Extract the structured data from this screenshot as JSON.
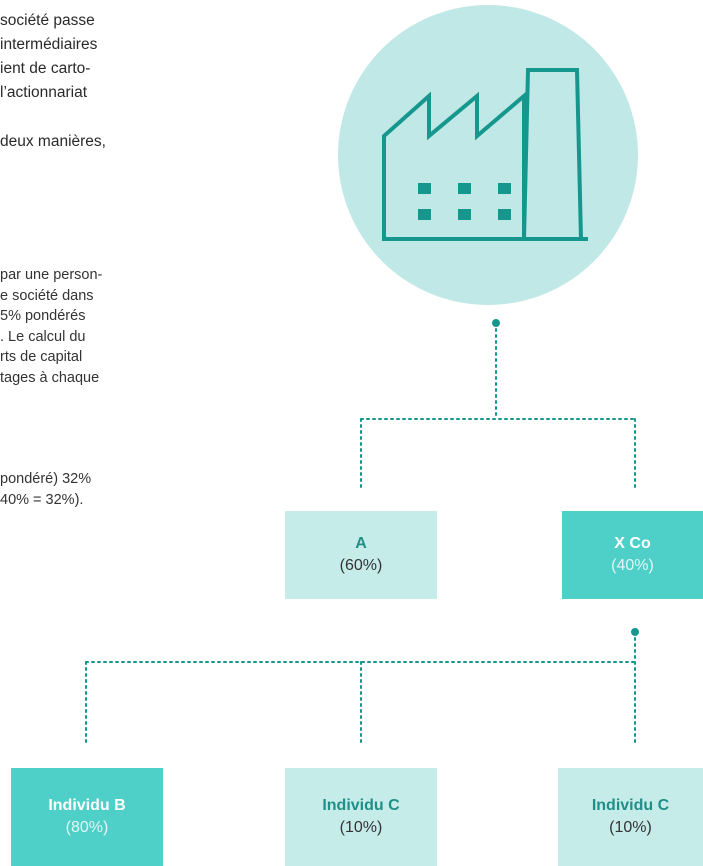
{
  "text": {
    "para1": [
      "société passe",
      "intermédiaires",
      "ient de carto-",
      "l’actionnariat"
    ],
    "para2": [
      "deux manières,"
    ],
    "para3": [
      "par une person-",
      "e société dans",
      "5% pondérés",
      ". Le calcul du",
      "rts de capital",
      "tages à chaque"
    ],
    "para4": [
      "pondéré) 32%",
      "40% = 32%)."
    ]
  },
  "diagram": {
    "top_icon": "factory-icon",
    "colors": {
      "circle": "#bfe8e6",
      "factory_stroke": "#15978e",
      "connector": "#15978e",
      "light_box": "#c6ecea",
      "dark_box": "#4ecfc8"
    },
    "level1": [
      {
        "name": "A",
        "pct": "(60%)",
        "share": 60,
        "style": "light"
      },
      {
        "name": "X Co",
        "pct": "(40%)",
        "share": 40,
        "style": "dark"
      }
    ],
    "level2": [
      {
        "name": "Individu B",
        "pct": "(80%)",
        "share": 80,
        "style": "dark"
      },
      {
        "name": "Individu C",
        "pct": "(10%)",
        "share": 10,
        "style": "light"
      },
      {
        "name": "Individu C",
        "pct": "(10%)",
        "share": 10,
        "style": "light"
      }
    ]
  }
}
